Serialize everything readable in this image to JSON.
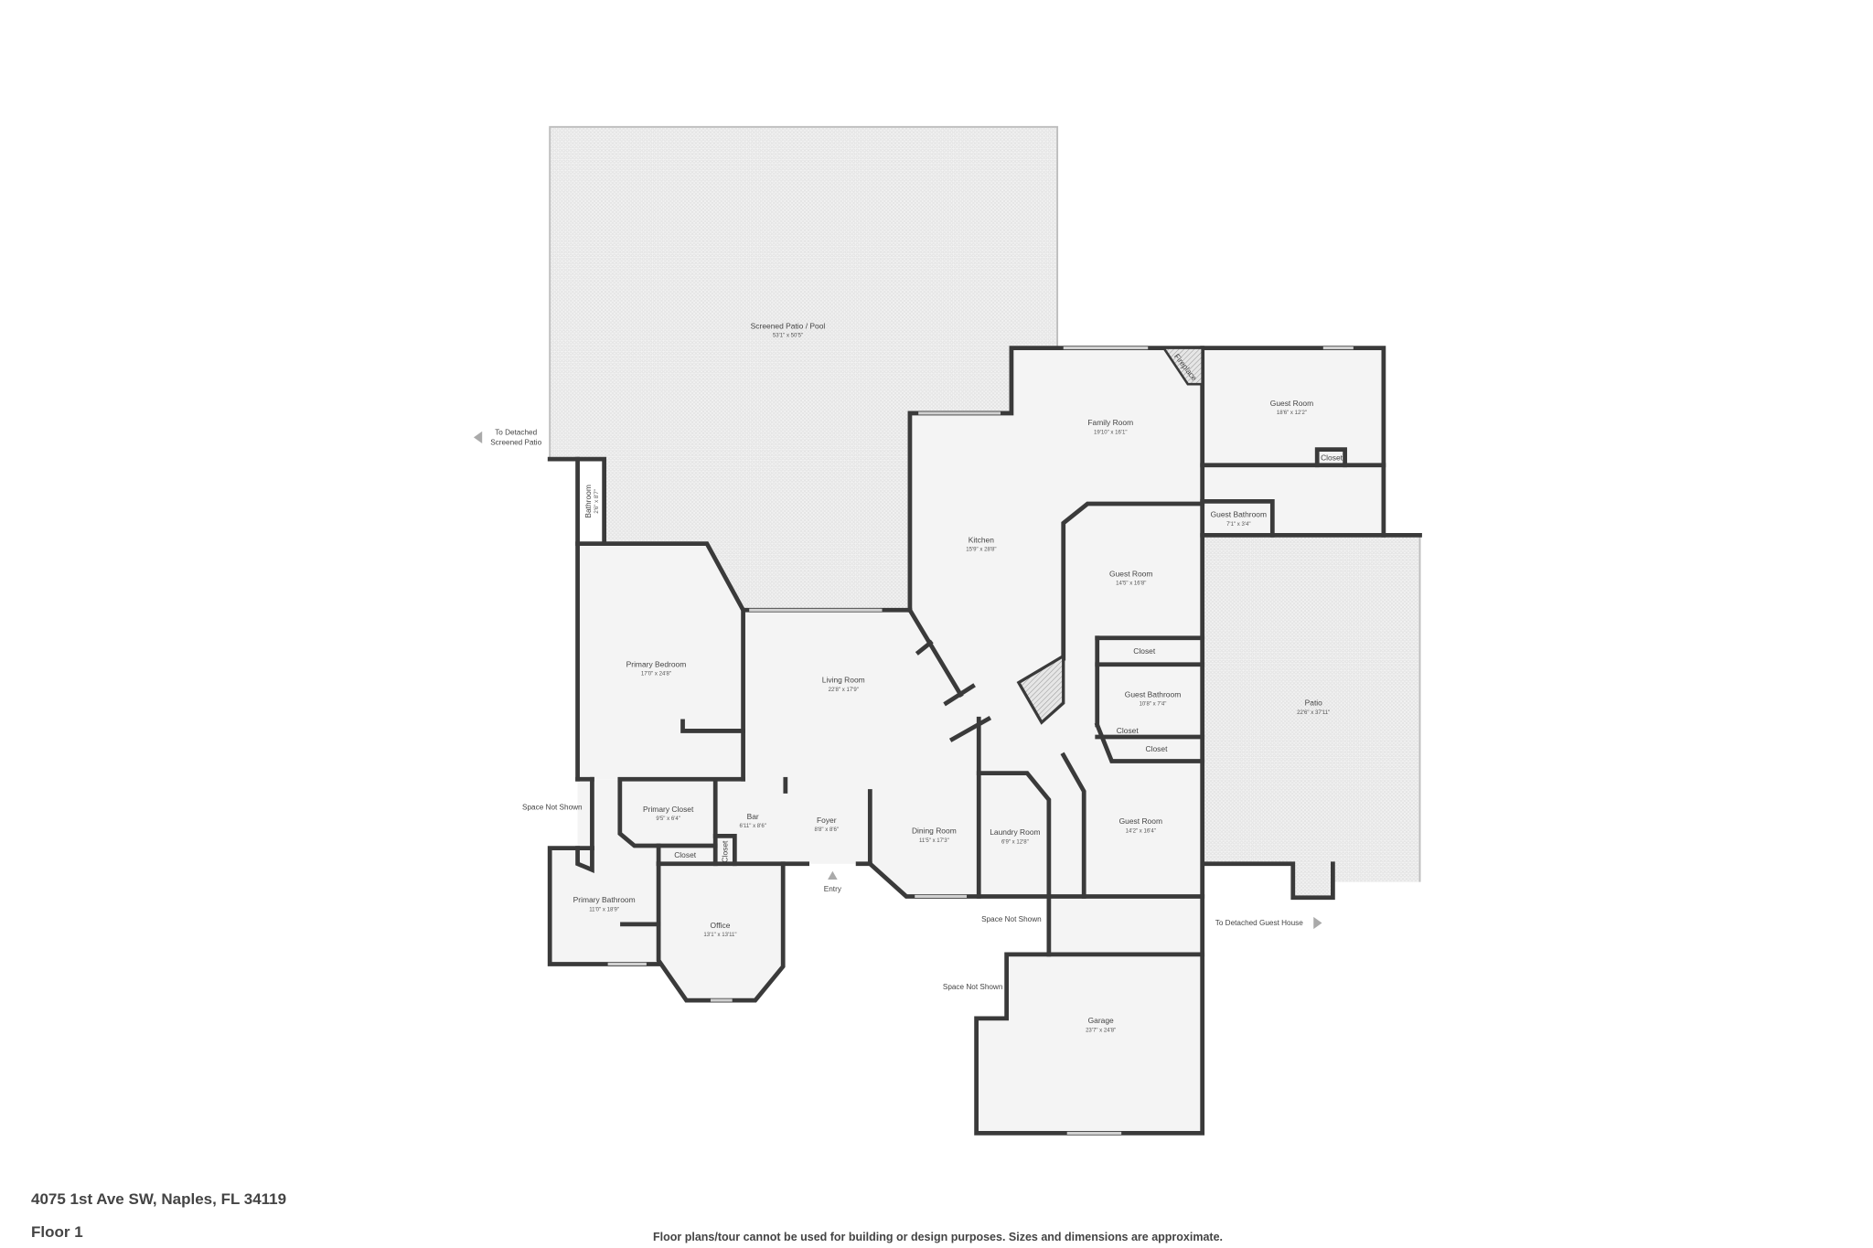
{
  "plan": {
    "colors": {
      "wall": "#3a3a3a",
      "room_fill": "#f4f4f4",
      "outdoor_texture": "#e2e2e2",
      "text": "#444444"
    },
    "rooms": [
      {
        "name": "Screened Patio / Pool",
        "dims": "53'1\" x 50'5\""
      },
      {
        "name": "Family Room",
        "dims": "19'10\" x 16'1\""
      },
      {
        "name": "Guest Room",
        "dims": "18'6\" x 12'2\""
      },
      {
        "name": "Closet"
      },
      {
        "name": "Guest Bathroom",
        "dims": "7'1\" x 3'4\""
      },
      {
        "name": "Kitchen",
        "dims": "15'9\" x 28'8\""
      },
      {
        "name": "Guest Room",
        "dims": "14'5\" x 16'8\""
      },
      {
        "name": "Closet"
      },
      {
        "name": "Guest Bathroom",
        "dims": "10'8\" x 7'4\""
      },
      {
        "name": "Closet"
      },
      {
        "name": "Closet"
      },
      {
        "name": "Patio",
        "dims": "22'6\" x 37'11\""
      },
      {
        "name": "Primary Bedroom",
        "dims": "17'0\" x 24'8\""
      },
      {
        "name": "Living Room",
        "dims": "22'8\" x 17'9\""
      },
      {
        "name": "Bathroom",
        "dims": "2'6\" x 8'7\""
      },
      {
        "name": "Fireplace"
      },
      {
        "name": "Primary Closet",
        "dims": "9'5\" x 6'4\""
      },
      {
        "name": "Bar",
        "dims": "6'11\" x 8'6\""
      },
      {
        "name": "Foyer",
        "dims": "8'8\" x 8'6\""
      },
      {
        "name": "Dining Room",
        "dims": "11'5\" x 17'3\""
      },
      {
        "name": "Laundry Room",
        "dims": "6'9\" x 12'8\""
      },
      {
        "name": "Guest Room",
        "dims": "14'2\" x 16'4\""
      },
      {
        "name": "Closet"
      },
      {
        "name": "Closet"
      },
      {
        "name": "Primary Bathroom",
        "dims": "11'0\" x 18'9\""
      },
      {
        "name": "Office",
        "dims": "13'1\" x 13'11\""
      },
      {
        "name": "Garage",
        "dims": "23'7\" x 24'8\""
      }
    ],
    "markers": {
      "entry": "Entry",
      "space_not_shown": "Space Not Shown",
      "to_detached_patio_line1": "To Detached",
      "to_detached_patio_line2": "Screened Patio",
      "to_guest_house": "To Detached Guest House"
    }
  },
  "footer": {
    "address": "4075 1st Ave SW, Naples, FL 34119",
    "floor": "Floor 1",
    "disclaimer": "Floor plans/tour cannot be used for building or design purposes. Sizes and dimensions are approximate."
  }
}
